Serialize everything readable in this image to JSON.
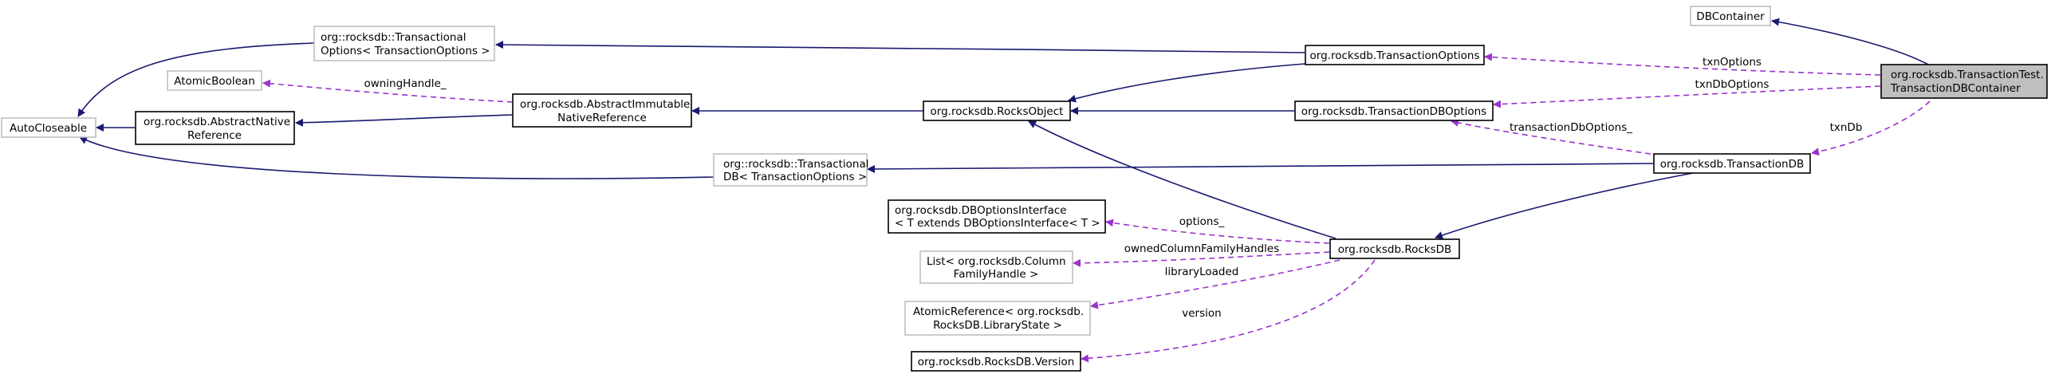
{
  "nodes": {
    "autocloseable": {
      "lines": [
        "AutoCloseable"
      ]
    },
    "atomic_boolean": {
      "lines": [
        "AtomicBoolean"
      ]
    },
    "transactional_options": {
      "lines": [
        "org::rocksdb::Transactional",
        "Options< TransactionOptions >"
      ]
    },
    "abstract_native_reference": {
      "lines": [
        "org.rocksdb.AbstractNative",
        "Reference"
      ]
    },
    "abstract_immutable_native_reference": {
      "lines": [
        "org.rocksdb.AbstractImmutable",
        "NativeReference"
      ]
    },
    "transactional_db": {
      "lines": [
        "org::rocksdb::Transactional",
        "DB< TransactionOptions >"
      ]
    },
    "rocks_object": {
      "lines": [
        "org.rocksdb.RocksObject"
      ]
    },
    "db_options_interface": {
      "lines": [
        "org.rocksdb.DBOptionsInterface",
        "< T extends DBOptionsInterface< T >"
      ]
    },
    "list_column_family_handle": {
      "lines": [
        "List< org.rocksdb.Column",
        "FamilyHandle >"
      ]
    },
    "atomic_reference": {
      "lines": [
        "AtomicReference< org.rocksdb.",
        "RocksDB.LibraryState >"
      ]
    },
    "rocksdb_version": {
      "lines": [
        "org.rocksdb.RocksDB.Version"
      ]
    },
    "transaction_options": {
      "lines": [
        "org.rocksdb.TransactionOptions"
      ]
    },
    "transaction_db_options": {
      "lines": [
        "org.rocksdb.TransactionDBOptions"
      ]
    },
    "rocksdb": {
      "lines": [
        "org.rocksdb.RocksDB"
      ]
    },
    "transaction_db": {
      "lines": [
        "org.rocksdb.TransactionDB"
      ]
    },
    "db_container": {
      "lines": [
        "DBContainer"
      ]
    },
    "transaction_db_container": {
      "lines": [
        "org.rocksdb.TransactionTest.",
        "TransactionDBContainer"
      ]
    }
  },
  "edge_labels": {
    "owning_handle": "owningHandle_",
    "txn_options": "txnOptions",
    "txn_db_options": "txnDbOptions",
    "transaction_db_options": "transactionDbOptions_",
    "txn_db": "txnDb",
    "options": "options_",
    "owned_column_family_handles": "ownedColumnFamilyHandles",
    "library_loaded": "libraryLoaded",
    "version": "version"
  },
  "colors": {
    "inheritance_edge": "#191970",
    "usage_edge": "#9a32cd",
    "grey_border": "#bfbfbf",
    "focus_fill": "#bfbfbf"
  }
}
